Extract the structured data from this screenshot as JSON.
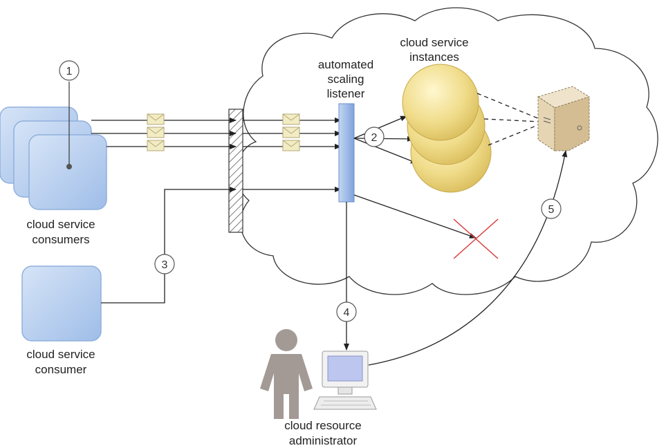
{
  "labels": {
    "consumers": [
      "cloud service",
      "consumers"
    ],
    "consumer": [
      "cloud service",
      "consumer"
    ],
    "listener": [
      "automated",
      "scaling",
      "listener"
    ],
    "instances": [
      "cloud service",
      "instances"
    ],
    "administrator": [
      "cloud resource",
      "administrator"
    ]
  },
  "steps": [
    "1",
    "2",
    "3",
    "4",
    "5"
  ],
  "colors": {
    "consumer_fill": "#b8d0f0",
    "consumer_stroke": "#8fb0dc",
    "listener": "#8fb2e6",
    "instance": "#f0dc8a",
    "server": "#e0ccaa",
    "reject": "#d93a3a",
    "person": "#a39a95",
    "envelope": "#f2ecc4"
  },
  "icons": [
    "cloud-icon",
    "envelope-icon",
    "firewall-icon",
    "server-icon",
    "person-icon",
    "workstation-icon",
    "reject-x-icon"
  ]
}
